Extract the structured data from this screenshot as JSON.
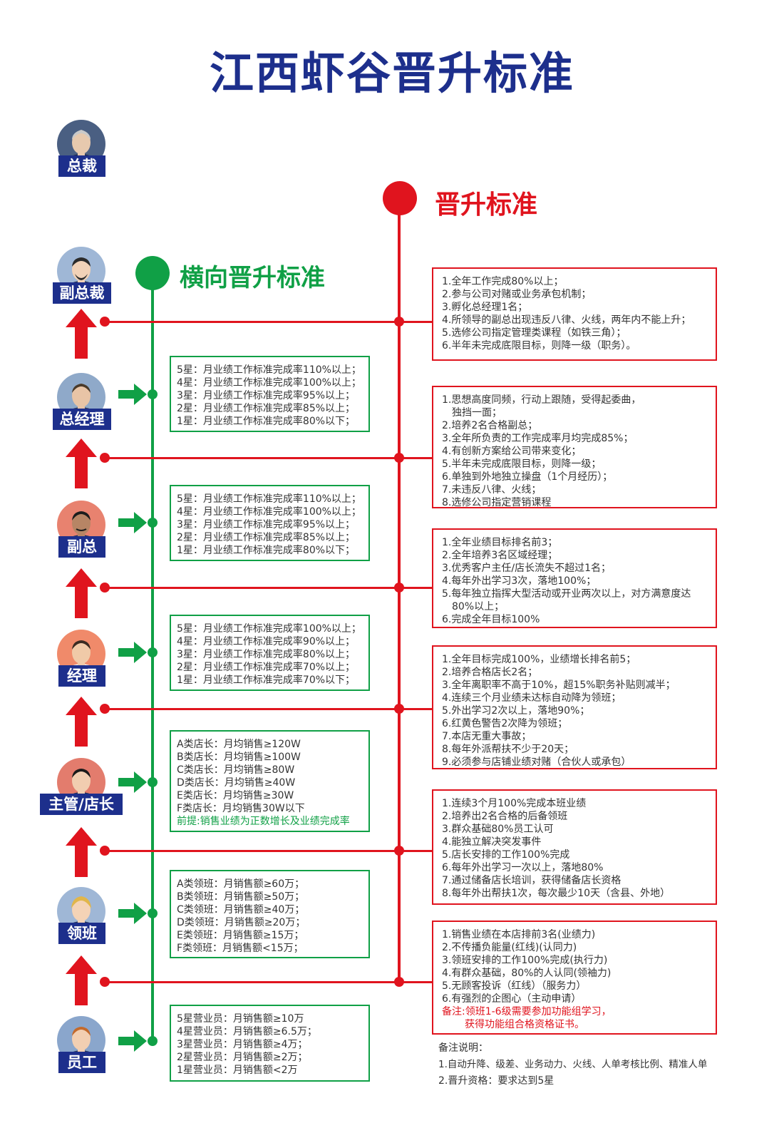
{
  "title": "江西虾谷晋升标准",
  "headers": {
    "vertical": "晋升标准",
    "horizontal": "横向晋升标准"
  },
  "colors": {
    "navy": "#1d2f8c",
    "red": "#e0141e",
    "green": "#10a046"
  },
  "roles": {
    "ceo": "总裁",
    "vp": "副总裁",
    "gm": "总经理",
    "deputy": "副总",
    "manager": "经理",
    "supervisor": "主管/店长",
    "leader": "领班",
    "staff": "员工"
  },
  "promotion_boxes": {
    "to_vp": [
      "1.全年工作完成80%以上；",
      "2.参与公司对赌或业务承包机制；",
      "3.孵化总经理1名；",
      "4.所领导的副总出现违反八律、火线，两年内不能上升；",
      "5.选修公司指定管理类课程（如铁三角）；",
      "6.半年未完成底限目标，则降一级（职务）。"
    ],
    "to_gm": [
      "1.思想高度同频，行动上跟随，受得起委曲，",
      "独挡一面；",
      "2.培养2名合格副总；",
      "3.全年所负责的工作完成率月均完成85%；",
      "4.有创新方案给公司带来变化；",
      "5.半年未完成底限目标，则降一级；",
      "6.单独到外地独立操盘（1个月经历）；",
      "7.未违反八律、火线；",
      "8.选修公司指定营销课程"
    ],
    "to_deputy": [
      "1.全年业绩目标排名前3；",
      "2.全年培养3名区域经理；",
      "3.优秀客户主任/店长流失不超过1名；",
      "4.每年外出学习3次，落地100%；",
      "5.每年独立指挥大型活动或开业两次以上，对方满意度达",
      "80%以上；",
      "6.完成全年目标100%"
    ],
    "to_manager": [
      "1.全年目标完成100%，业绩增长排名前5；",
      "2.培养合格店长2名；",
      "3.全年离职率不高于10%，超15%职务补贴则减半；",
      "4.连续三个月业绩未达标自动降为领班；",
      "5.外出学习2次以上，落地90%；",
      "6.红黄色警告2次降为领班；",
      "7.本店无重大事故；",
      "8.每年外派帮扶不少于20天；",
      "9.必须参与店铺业绩对赌（合伙人或承包）"
    ],
    "to_supervisor": [
      "1.连续3个月100%完成本班业绩",
      "2.培养出2名合格的后备领班",
      "3.群众基础80%员工认可",
      "4.能独立解决突发事件",
      "5.店长安排的工作100%完成",
      "6.每年外出学习一次以上，落地80%",
      "7.通过储备店长培训，获得储备店长资格",
      "8.每年外出帮扶1次，每次最少10天（含县、外地）"
    ],
    "to_leader": [
      "1.销售业绩在本店排前3名(业绩力)",
      "2.不传播负能量(红线)(认同力)",
      "3.领班安排的工作100%完成(执行力)",
      "4.有群众基础，80%的人认同(领袖力)",
      "5.无顾客投诉（红线）（服务力）",
      "6.有强烈的企图心（主动申请）"
    ],
    "to_leader_note": [
      "备注:领班1-6级需要参加功能组学习，",
      "获得功能组合格资格证书。"
    ]
  },
  "horizontal_boxes": {
    "gm": [
      "5星：月业绩工作标准完成率110%以上；",
      "4星：月业绩工作标准完成率100%以上；",
      "3星：月业绩工作标准完成率95%以上；",
      "2星：月业绩工作标准完成率85%以上；",
      "1星：月业绩工作标准完成率80%以下；"
    ],
    "deputy": [
      "5星：月业绩工作标准完成率110%以上；",
      "4星：月业绩工作标准完成率100%以上；",
      "3星：月业绩工作标准完成率95%以上；",
      "2星：月业绩工作标准完成率85%以上；",
      "1星：月业绩工作标准完成率80%以下；"
    ],
    "manager": [
      "5星：月业绩工作标准完成率100%以上；",
      "4星：月业绩工作标准完成率90%以上；",
      "3星：月业绩工作标准完成率80%以上；",
      "2星：月业绩工作标准完成率70%以上；",
      "1星：月业绩工作标准完成率70%以下；"
    ],
    "supervisor": [
      "A类店长：月均销售≥120W",
      "B类店长：月均销售≥100W",
      "C类店长：月均销售≥80W",
      "D类店长：月均销售≥40W",
      "E类店长：月均销售≥30W",
      "F类店长：月均销售30W以下"
    ],
    "supervisor_note": "前提:销售业绩为正数增长及业绩完成率",
    "leader": [
      "A类领班：月销售额≥60万；",
      "B类领班：月销售额≥50万；",
      "C类领班：月销售额≥40万；",
      "D类领班：月销售额≥20万；",
      "E类领班：月销售额≥15万；",
      "F类领班：月销售额<15万；"
    ],
    "staff": [
      "5星营业员：月销售额≥10万",
      "4星营业员：月销售额≥6.5万；",
      "3星营业员：月销售额≥4万；",
      "2星营业员：月销售额≥2万；",
      "1星营业员：月销售额<2万"
    ]
  },
  "notes": {
    "title": "备注说明：",
    "items": [
      "1.自动升降、级差、业务动力、火线、人单考核比例、精准人单",
      "2.晋升资格：要求达到5星"
    ]
  }
}
